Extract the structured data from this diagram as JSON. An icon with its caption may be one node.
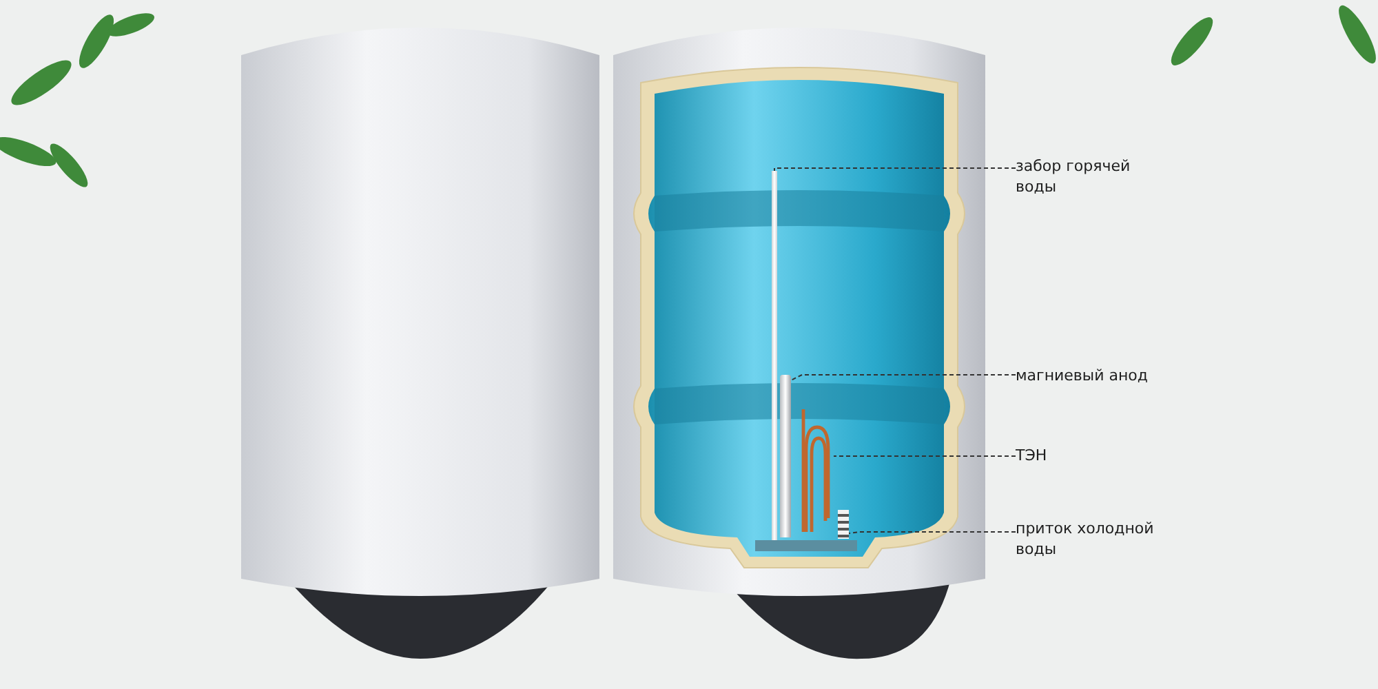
{
  "diagram": {
    "nodes": [
      {
        "text": [
          "забор горячей воды"
        ]
      },
      {
        "text": [
          "магниевый анод"
        ]
      },
      {
        "text": [
          "ТЭН"
        ]
      },
      {
        "text": [
          "приток холодной воды"
        ]
      },
      {
        "text": [],
        "shape": "bar"
      },
      {
        "text": [],
        "shape": "cylinder"
      },
      {
        "text": [],
        "shape": "picture"
      },
      {
        "text": [],
        "shape": "bar"
      }
    ],
    "edges": [
      {
        "from": 0,
        "to": 4,
        "arrow": "none",
        "style": "dashed"
      },
      {
        "from": 1,
        "to": 5,
        "arrow": "none",
        "style": "dashed"
      },
      {
        "from": 2,
        "to": 6,
        "arrow": "none",
        "style": "dashed"
      },
      {
        "from": 3,
        "to": 7,
        "arrow": "none",
        "style": "dashed"
      }
    ]
  }
}
